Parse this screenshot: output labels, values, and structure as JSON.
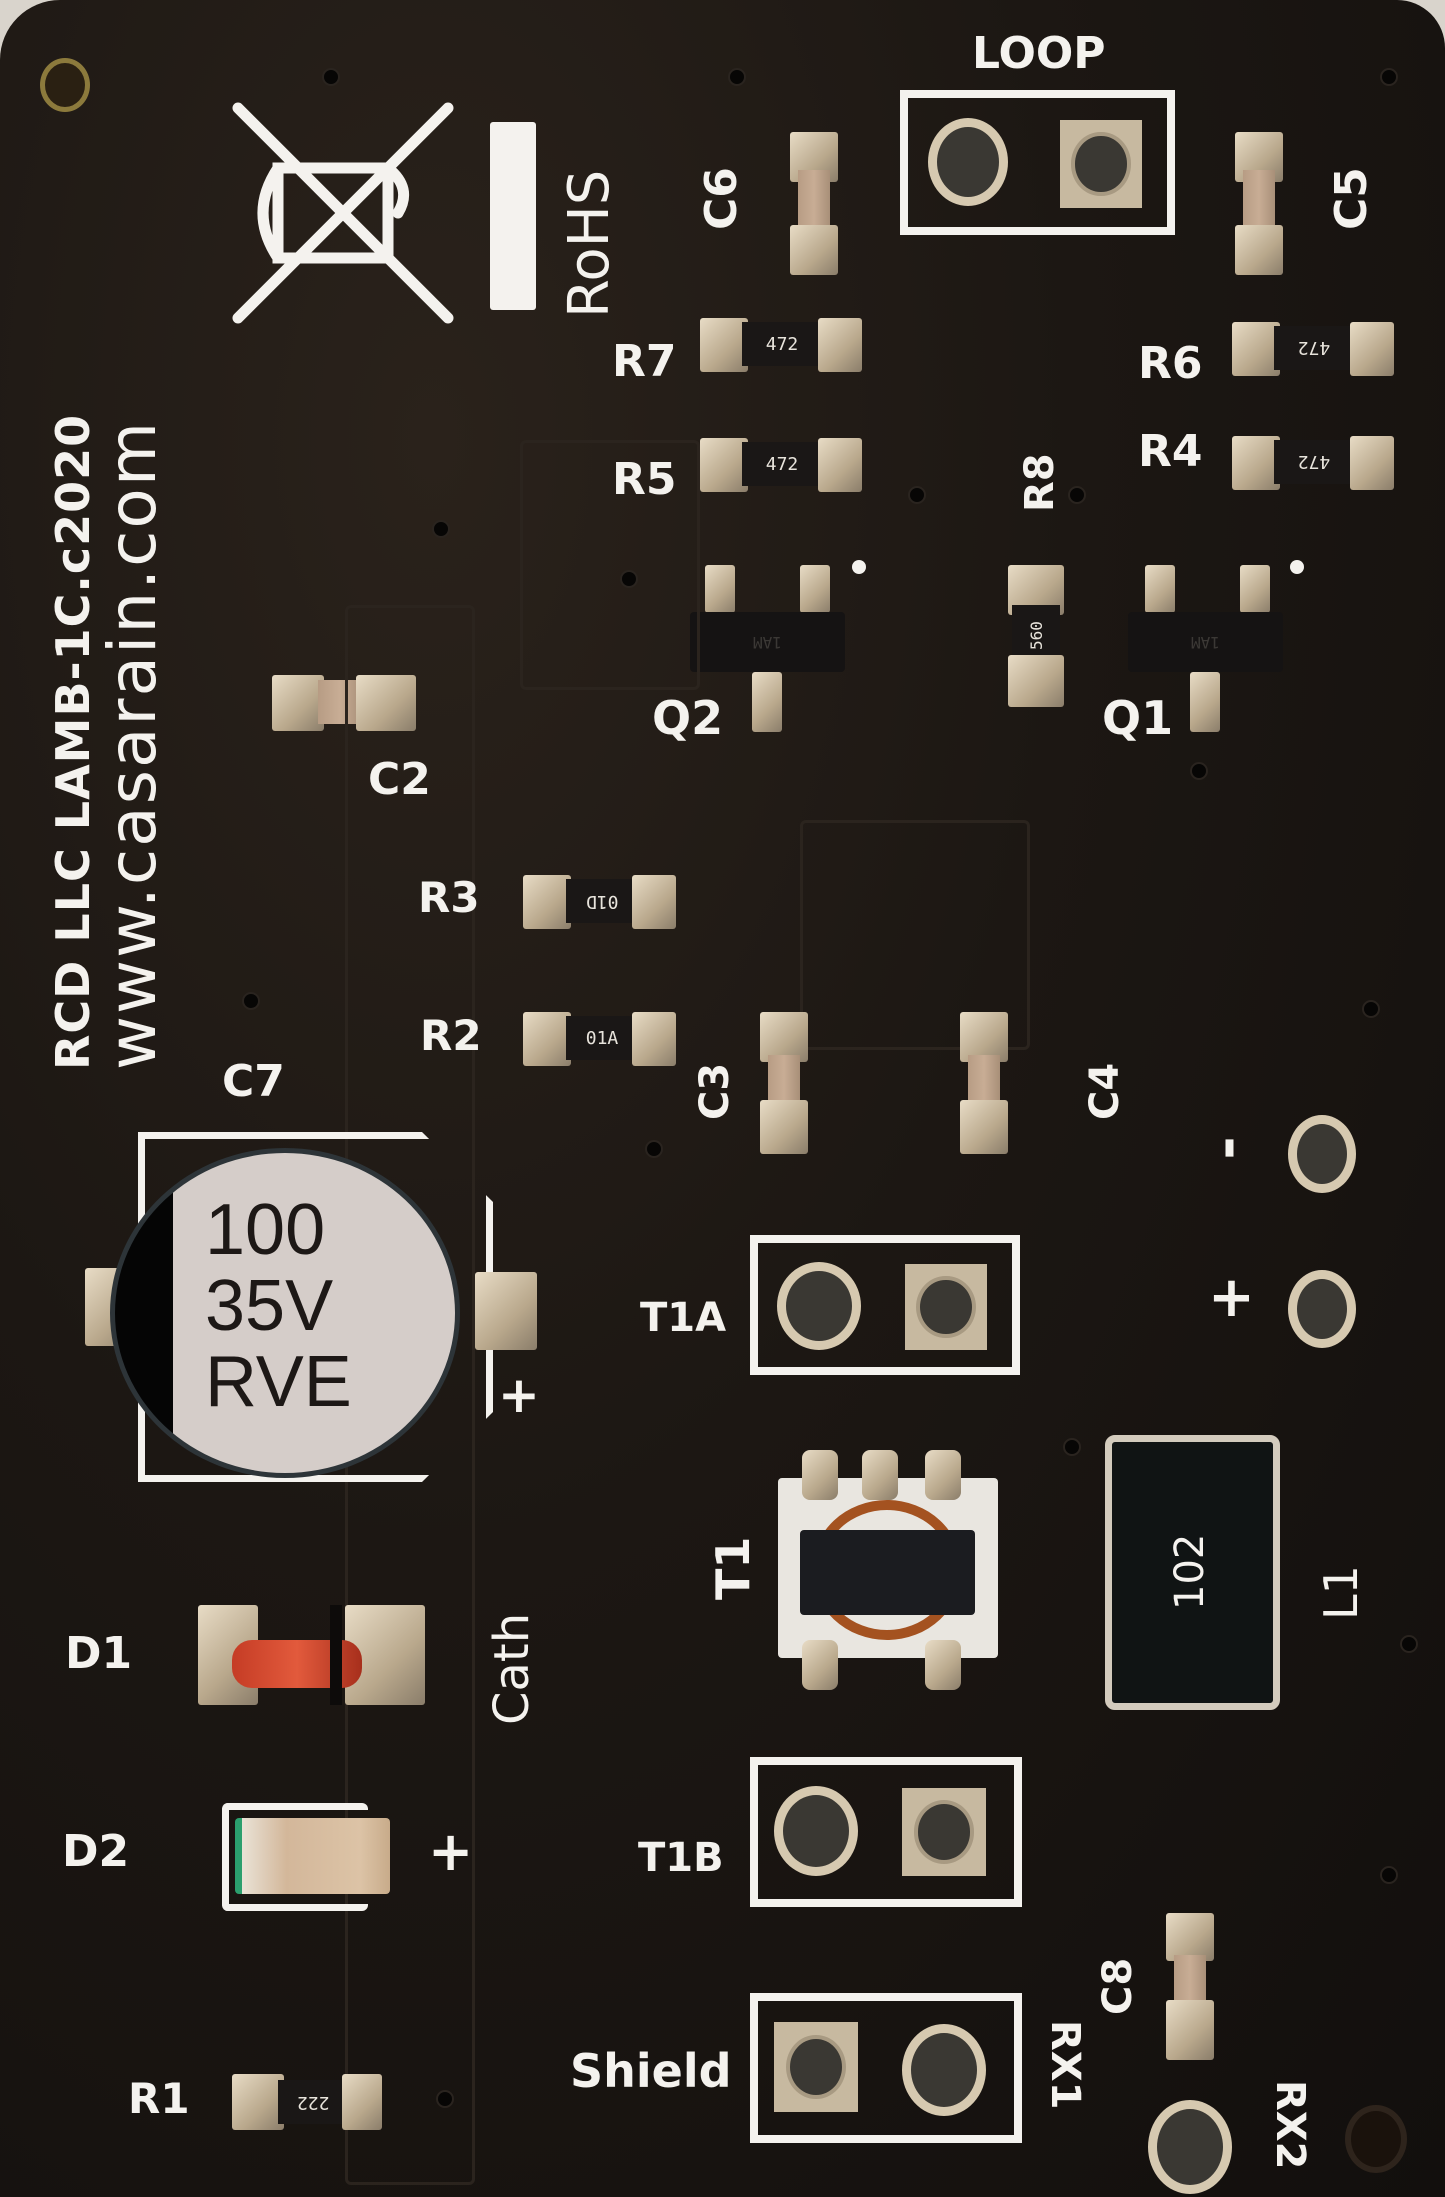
{
  "board": {
    "color": "#1c1713",
    "silkscreen_color": "#f4f2ee",
    "maker_line": "RCD LLC LAMB-1C.c2020",
    "website_line": "www.casarain.com",
    "compliance": {
      "weee_icon": "crossed-out-bin",
      "rohs_label": "RoHS"
    }
  },
  "connectors": {
    "loop": {
      "label": "LOOP"
    },
    "t1a": {
      "label": "T1A"
    },
    "t1b": {
      "label": "T1B"
    },
    "shield": {
      "label": "Shield"
    },
    "rx1": {
      "label": "RX1"
    },
    "rx2": {
      "label": "RX2"
    },
    "power_minus": {
      "label": "-"
    },
    "power_plus": {
      "label": "+"
    }
  },
  "resistors": [
    {
      "ref": "R1",
      "marking": "222"
    },
    {
      "ref": "R2",
      "marking": "01A"
    },
    {
      "ref": "R3",
      "marking": "01D"
    },
    {
      "ref": "R4",
      "marking": "472"
    },
    {
      "ref": "R5",
      "marking": "472"
    },
    {
      "ref": "R6",
      "marking": "472"
    },
    {
      "ref": "R7",
      "marking": "472"
    },
    {
      "ref": "R8",
      "marking": "560"
    }
  ],
  "capacitors": [
    {
      "ref": "C2"
    },
    {
      "ref": "C3"
    },
    {
      "ref": "C4"
    },
    {
      "ref": "C5"
    },
    {
      "ref": "C6"
    },
    {
      "ref": "C7",
      "marking_line1": "100",
      "marking_line2": "35V",
      "marking_line3": "RVE",
      "polarity": "+"
    },
    {
      "ref": "C8"
    }
  ],
  "transistors": [
    {
      "ref": "Q1",
      "marking": "1AM"
    },
    {
      "ref": "Q2",
      "marking": "1AM"
    }
  ],
  "magnetics": {
    "t1": {
      "ref": "T1"
    },
    "l1": {
      "ref": "L1",
      "marking": "102"
    }
  },
  "diodes": [
    {
      "ref": "D1",
      "note": "Cath"
    },
    {
      "ref": "D2",
      "polarity": "+"
    }
  ]
}
